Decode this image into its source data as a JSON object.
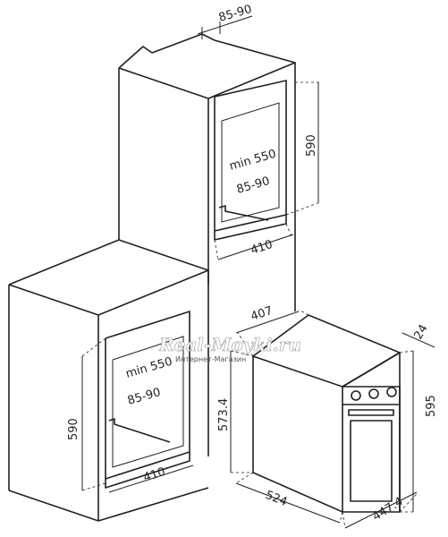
{
  "dimensions": {
    "top_depth": "85-90",
    "upper_niche_height": "590",
    "upper_min_depth": "min 550",
    "upper_gap": "85-90",
    "upper_width": "410",
    "oven_width_top": "407",
    "lower_min_depth": "min 550",
    "lower_gap": "85-90",
    "lower_niche_height": "590",
    "lower_width": "410",
    "oven_depth": "573.4",
    "oven_bottom_depth": "524",
    "oven_height": "595",
    "panel_thickness": "24",
    "oven_front_width": "447.4"
  },
  "watermark": {
    "brand": "Real-Moyki.ru",
    "tagline": "Интернет-Магазин"
  }
}
